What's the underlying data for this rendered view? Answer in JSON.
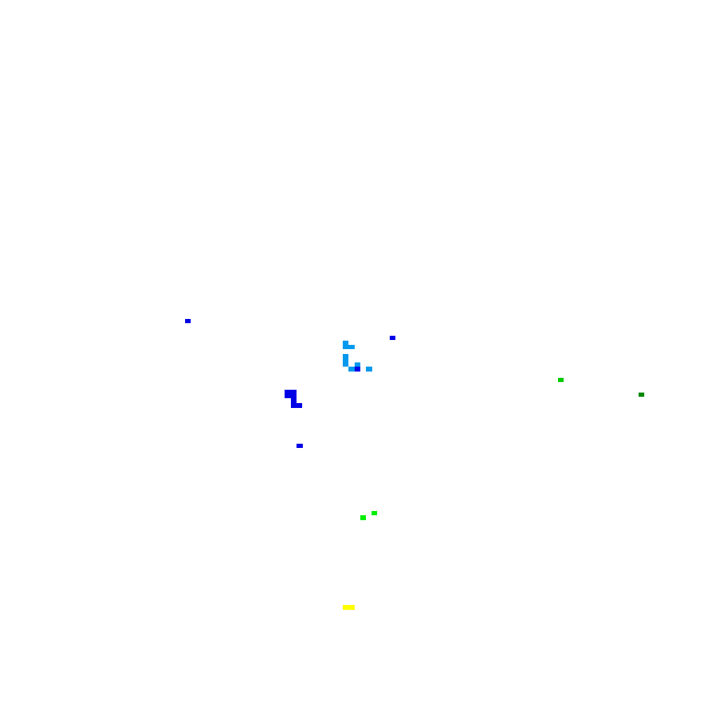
{
  "colors": {
    "background": "#ffffff",
    "blue": "#0000e6",
    "light_blue": "#0099ee",
    "green": "#00cc00",
    "dark_green": "#008800",
    "bright_green": "#00ee00",
    "yellow": "#ffff00"
  },
  "blocks": [
    {
      "id": "b1",
      "color": "blue"
    },
    {
      "id": "b2",
      "color": "blue"
    },
    {
      "id": "b3",
      "color": "blue"
    },
    {
      "id": "b4",
      "color": "blue"
    },
    {
      "id": "b5",
      "color": "blue"
    },
    {
      "id": "b6",
      "color": "blue"
    },
    {
      "id": "b7",
      "color": "blue"
    },
    {
      "id": "c1",
      "color": "light_blue"
    },
    {
      "id": "c2",
      "color": "light_blue"
    },
    {
      "id": "c3",
      "color": "light_blue"
    },
    {
      "id": "c4",
      "color": "light_blue"
    },
    {
      "id": "c5",
      "color": "light_blue"
    },
    {
      "id": "c6",
      "color": "light_blue"
    },
    {
      "id": "g1",
      "color": "green"
    },
    {
      "id": "g2",
      "color": "dark_green"
    },
    {
      "id": "g3",
      "color": "bright_green"
    },
    {
      "id": "g4",
      "color": "bright_green"
    },
    {
      "id": "y1",
      "color": "yellow"
    }
  ]
}
